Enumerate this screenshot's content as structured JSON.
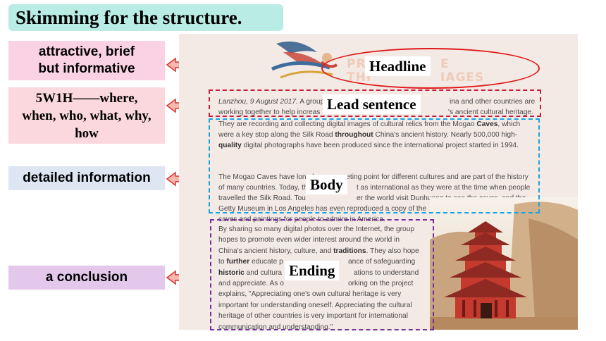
{
  "slide_title": "Skimming for the structure.",
  "labels": {
    "headline_desc_line1": "attractive, brief",
    "headline_desc_line2": "but informative",
    "lead_desc_line1": "5W1H——where,",
    "lead_desc_line2": "when, who, what, why,",
    "lead_desc_line3": "how",
    "body_desc": "detailed information",
    "ending_desc": "a conclusion"
  },
  "tags": {
    "headline": "Headline",
    "lead": "Lead sentence",
    "body": "Body",
    "ending": "Ending"
  },
  "article": {
    "headline_fragment_left": "PRO\nTHI",
    "headline_fragment_right": "E\nIAGES",
    "lead": {
      "dateline": "Lanzhou, 9 August 2017.",
      "line1_a": " A group",
      "line1_b": "ina and other countries are",
      "line2_a": "working together to help increas",
      "line2_b": "'s ancient cultural heritage."
    },
    "body1": {
      "s1": "They are recording and collecting digital images of cultural relics from the Mogao ",
      "w1": "Caves",
      "s2": ", which were a key stop along the Silk Road ",
      "w2": "throughout",
      "s3": " China's ancient history. Nearly 500,000 high-",
      "w3": "quality",
      "s4": " digital photographs have been produced since the international project started in 1994."
    },
    "body2": {
      "l1": "The Mogao Caves have long been a meeting point for different cultures and are part of the history",
      "l2a": "of many countries. Today, th",
      "l2b": "t as international as they were at the time when people",
      "l3a": "travelled the Silk Road. Tou",
      "l3b": "er the world visit Dunhuang to see the caves, and the",
      "l4a": "Getty Museum in Los Angeles has even reproduced a copy of the",
      "l5": "caves and paintings for people to admire in America."
    },
    "ending": {
      "l1": "By sharing so many digital photos over the Internet, the group",
      "l2": "hopes to promote even wider interest around the world in",
      "l3a": "China's ancient history, culture, and ",
      "w1": "traditions",
      "l3b": ". They also hope",
      "l4a": "to ",
      "w2": "further",
      "l4b": " educate p",
      "l4c": "ance of safeguarding",
      "w3": "historic",
      "l5a": " and cultura",
      "l5b": "ations to understand",
      "l6a": "and appreciate. As o",
      "l6b": "orking on the project",
      "l7": "explains, \"Appreciating one's own cultural heritage is very",
      "l8": "important for understanding oneself. Appreciating the cultural",
      "l9": "heritage of other countries is very important for international",
      "l10": "communication and understanding.\""
    }
  },
  "colors": {
    "title_bg": "#b8ece4",
    "headline_label_bg": "#fbd2e4",
    "lead_label_bg": "#fbd8de",
    "body_label_bg": "#dde6f2",
    "ending_label_bg": "#e3c8ec",
    "arrow_fill": "#f6b8b0",
    "arrow_stroke": "#d8342c",
    "lead_box": "#c8203a",
    "body_box": "#18a4e0",
    "ending_box": "#7a2ea0",
    "headline_oval": "#e01818"
  },
  "icons": {
    "apsara": "flying-apsara-illustration",
    "pagoda": "mogao-caves-pagoda-photo",
    "arrow": "left-arrow-icon"
  }
}
